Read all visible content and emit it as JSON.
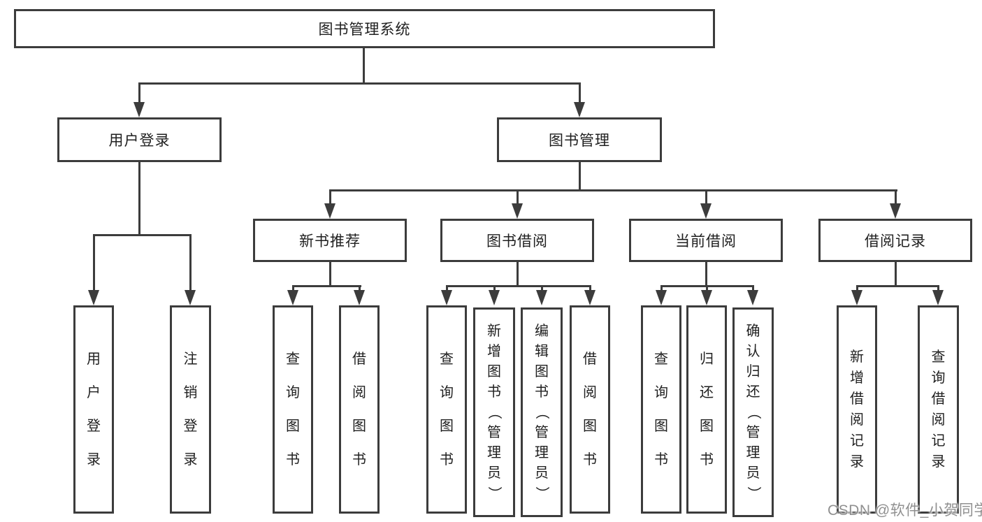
{
  "nodes": {
    "root": "图书管理系统",
    "user_login": "用户登录",
    "book_mgmt": "图书管理",
    "new_books": "新书推荐",
    "book_borrow": "图书借阅",
    "current_borrow": "当前借阅",
    "borrow_records": "借阅记录"
  },
  "leaves": {
    "user_login": [
      "用户登录",
      "注销登录"
    ],
    "new_books": [
      "查询图书",
      "借阅图书"
    ],
    "book_borrow": [
      "查询图书",
      "新增图书（管理员）",
      "编辑图书（管理员）",
      "借阅图书"
    ],
    "current_borrow": [
      "查询图书",
      "归还图书",
      "确认归还（管理员）"
    ],
    "borrow_records": [
      "新增借阅记录",
      "查询借阅记录"
    ]
  },
  "watermark": "CSDN @软件_小贺同学",
  "colors": {
    "line": "#3c3c3c",
    "text": "#1f1f1f",
    "watermark": "#909090",
    "background": "#ffffff"
  }
}
